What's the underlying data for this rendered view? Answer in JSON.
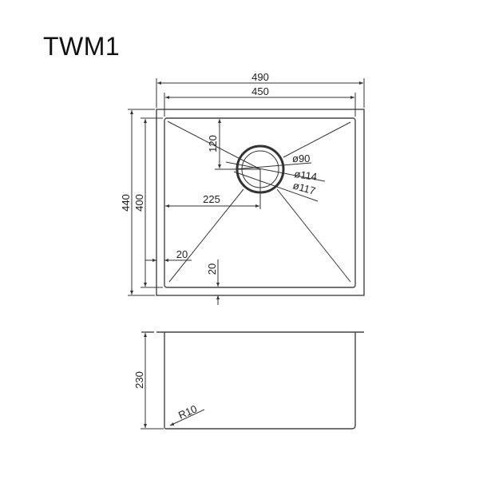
{
  "title": "TWM1",
  "top_view": {
    "overall_width": "490",
    "bowl_width": "450",
    "overall_depth": "440",
    "bowl_depth": "400",
    "drain_offset_top": "120",
    "drain_offset_left": "225",
    "rim_left": "20",
    "rim_bottom": "20",
    "drain_diameters": [
      "ø90",
      "ø114",
      "ø117"
    ]
  },
  "side_view": {
    "height": "230",
    "corner_radius": "R10"
  }
}
